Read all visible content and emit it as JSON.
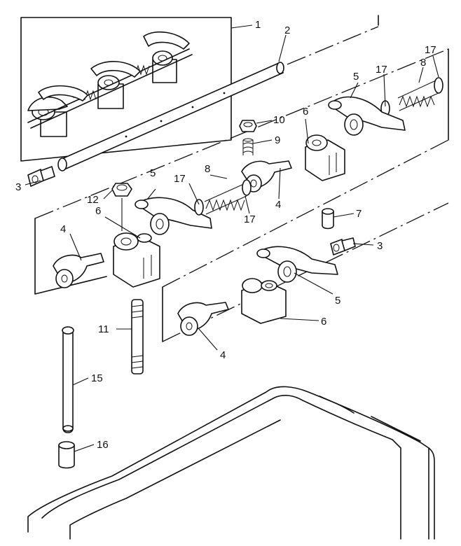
{
  "diagram": {
    "labels": [
      {
        "id": "callout-1",
        "text": "1"
      },
      {
        "id": "callout-2",
        "text": "2"
      },
      {
        "id": "callout-3a",
        "text": "3"
      },
      {
        "id": "callout-3b",
        "text": "3"
      },
      {
        "id": "callout-4a",
        "text": "4"
      },
      {
        "id": "callout-4b",
        "text": "4"
      },
      {
        "id": "callout-4c",
        "text": "4"
      },
      {
        "id": "callout-5a",
        "text": "5"
      },
      {
        "id": "callout-5b",
        "text": "5"
      },
      {
        "id": "callout-5c",
        "text": "5"
      },
      {
        "id": "callout-6a",
        "text": "6"
      },
      {
        "id": "callout-6b",
        "text": "6"
      },
      {
        "id": "callout-6c",
        "text": "6"
      },
      {
        "id": "callout-7",
        "text": "7"
      },
      {
        "id": "callout-8a",
        "text": "8"
      },
      {
        "id": "callout-8b",
        "text": "8"
      },
      {
        "id": "callout-9",
        "text": "9"
      },
      {
        "id": "callout-10",
        "text": "10"
      },
      {
        "id": "callout-11",
        "text": "11"
      },
      {
        "id": "callout-12",
        "text": "12"
      },
      {
        "id": "callout-15",
        "text": "15"
      },
      {
        "id": "callout-16",
        "text": "16"
      },
      {
        "id": "callout-17a",
        "text": "17"
      },
      {
        "id": "callout-17b",
        "text": "17"
      },
      {
        "id": "callout-17c",
        "text": "17"
      },
      {
        "id": "callout-17d",
        "text": "17"
      }
    ]
  }
}
